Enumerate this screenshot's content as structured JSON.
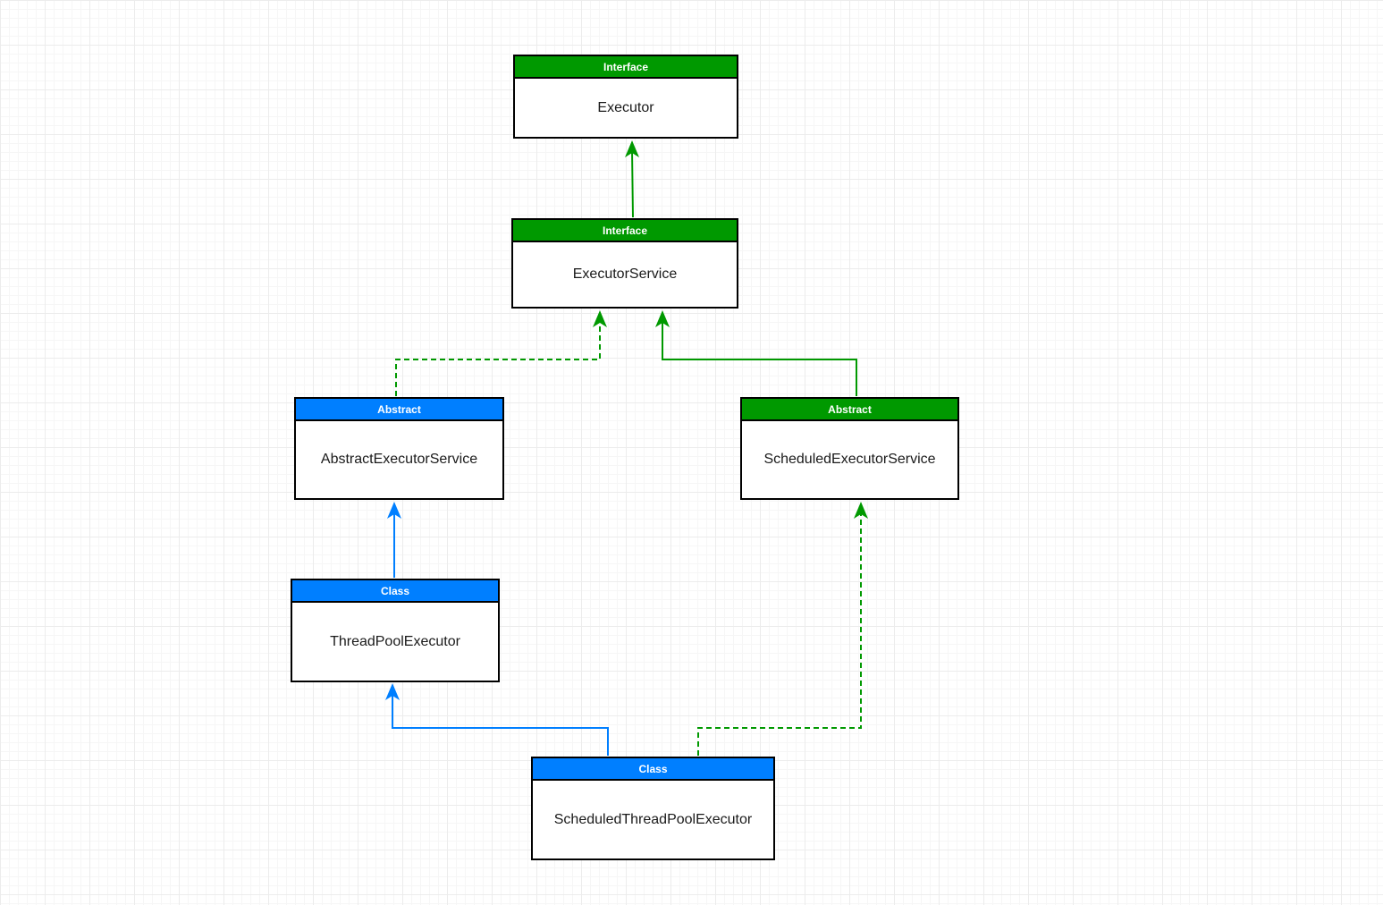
{
  "colors": {
    "interface_green": "#009900",
    "class_blue": "#007fff",
    "border": "#000000"
  },
  "nodes": {
    "executor": {
      "stereotype": "Interface",
      "name": "Executor",
      "color": "#009900"
    },
    "executor_service": {
      "stereotype": "Interface",
      "name": "ExecutorService",
      "color": "#009900"
    },
    "abstract_executor_service": {
      "stereotype": "Abstract",
      "name": "AbstractExecutorService",
      "color": "#007fff"
    },
    "scheduled_executor_service": {
      "stereotype": "Abstract",
      "name": "ScheduledExecutorService",
      "color": "#009900"
    },
    "thread_pool_executor": {
      "stereotype": "Class",
      "name": "ThreadPoolExecutor",
      "color": "#007fff"
    },
    "scheduled_thread_pool_executor": {
      "stereotype": "Class",
      "name": "ScheduledThreadPoolExecutor",
      "color": "#007fff"
    }
  },
  "edges": [
    {
      "from": "executor_service",
      "to": "executor",
      "style": "solid",
      "color": "#009900"
    },
    {
      "from": "abstract_executor_service",
      "to": "executor_service",
      "style": "dashed",
      "color": "#009900"
    },
    {
      "from": "scheduled_executor_service",
      "to": "executor_service",
      "style": "solid",
      "color": "#009900"
    },
    {
      "from": "thread_pool_executor",
      "to": "abstract_executor_service",
      "style": "solid",
      "color": "#007fff"
    },
    {
      "from": "scheduled_thread_pool_executor",
      "to": "thread_pool_executor",
      "style": "solid",
      "color": "#007fff"
    },
    {
      "from": "scheduled_thread_pool_executor",
      "to": "scheduled_executor_service",
      "style": "dashed",
      "color": "#009900"
    }
  ]
}
